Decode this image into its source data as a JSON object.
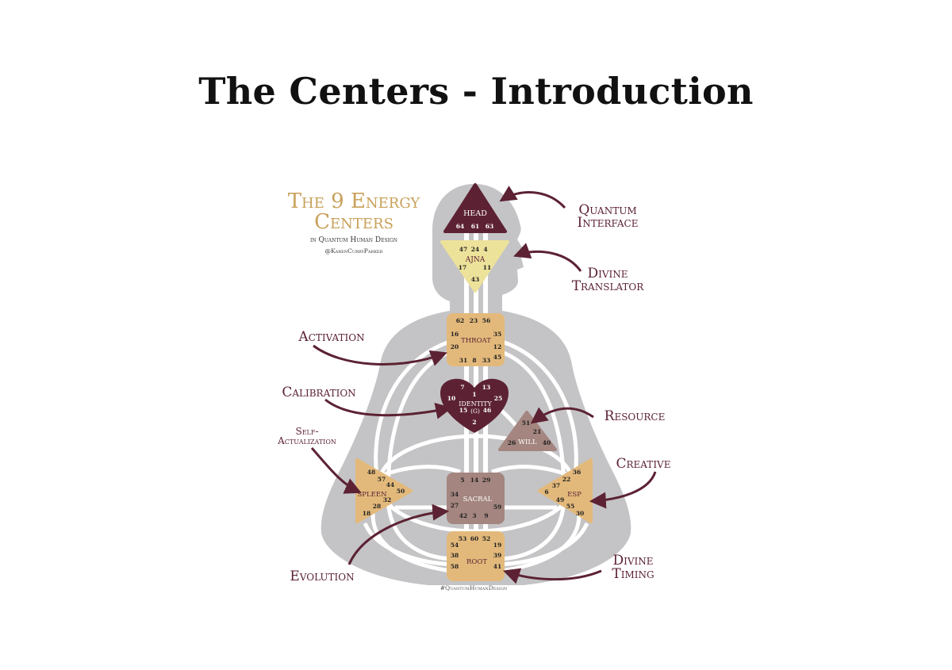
{
  "slide": {
    "title": "The Centers - Introduction"
  },
  "diagram": {
    "heading_line1": "The 9 Energy",
    "heading_line2": "Centers",
    "subheading": "in Quantum Human Design",
    "author": "@KarenCurryParker",
    "hashtag": "#QuantumHumanDesign",
    "colors": {
      "body": "#c4c4c6",
      "channel": "#ffffff",
      "maroon": "#5c2233",
      "tan": "#e3b97b",
      "yellow": "#ede29a",
      "mauve": "#a4857f",
      "gold": "#c8a15a"
    },
    "centers": {
      "head": {
        "label": "HEAD",
        "gates": [
          "64",
          "61",
          "63"
        ]
      },
      "ajna": {
        "label": "AJNA",
        "gates": [
          "47",
          "24",
          "4",
          "17",
          "11",
          "43"
        ]
      },
      "throat": {
        "label": "THROAT",
        "gates": [
          "62",
          "23",
          "56",
          "16",
          "35",
          "20",
          "12",
          "45",
          "31",
          "8",
          "33"
        ]
      },
      "identity": {
        "label_1": "IDENTITY",
        "label_2": "(G)",
        "gates": [
          "7",
          "13",
          "1",
          "10",
          "25",
          "15",
          "46",
          "2"
        ]
      },
      "will": {
        "label": "WILL",
        "gates": [
          "51",
          "21",
          "26",
          "40"
        ]
      },
      "spleen": {
        "label": "SPLEEN",
        "gates": [
          "48",
          "57",
          "44",
          "50",
          "32",
          "28",
          "18"
        ]
      },
      "sacral": {
        "label": "SACRAL",
        "gates": [
          "5",
          "14",
          "29",
          "34",
          "27",
          "59",
          "42",
          "3",
          "9"
        ]
      },
      "esp": {
        "label": "ESP",
        "gates": [
          "36",
          "22",
          "37",
          "6",
          "49",
          "55",
          "30"
        ]
      },
      "root": {
        "label": "ROOT",
        "gates": [
          "53",
          "60",
          "52",
          "54",
          "19",
          "38",
          "39",
          "58",
          "41"
        ]
      }
    },
    "callouts": {
      "quantum_1": "Quantum",
      "quantum_2": "Interface",
      "divine_t_1": "Divine",
      "divine_t_2": "Translator",
      "activation": "Activation",
      "calibration": "Calibration",
      "self_1": "Self-",
      "self_2": "Actualization",
      "resource": "Resource",
      "creative": "Creative",
      "evolution": "Evolution",
      "timing_1": "Divine",
      "timing_2": "Timing"
    }
  }
}
